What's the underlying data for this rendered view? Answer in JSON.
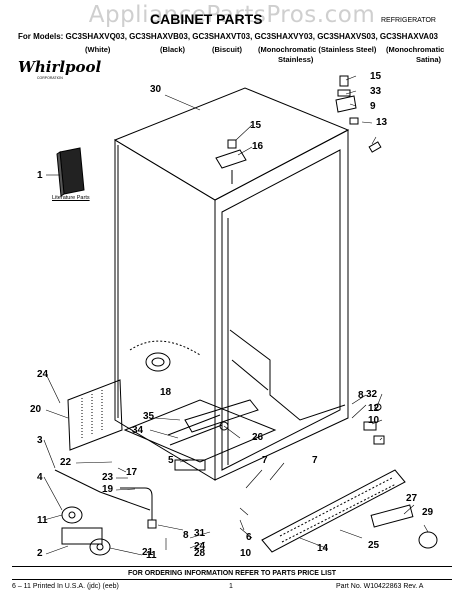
{
  "header": {
    "watermark": "AppliancePartsPros.com",
    "title": "CABINET PARTS",
    "subject": "REFRIGERATOR",
    "models_line": "For Models: GC3SHAXVQ03, GC3SHAXVB03, GC3SHAXVT03, GC3SHAXVY03, GC3SHAXVS03, GC3SHAXVA03",
    "colors": [
      "(White)",
      "(Black)",
      "(Biscuit)",
      "(Monochromatic (Stainless Steel)",
      "(Monochromatic"
    ],
    "colors_line2": [
      "Stainless)",
      "Satina)"
    ]
  },
  "logo": {
    "text": "Whirlpool",
    "sub": "CORPORATION"
  },
  "literature_label": "Literature Parts",
  "callouts": [
    "1",
    "2",
    "3",
    "4",
    "5",
    "6",
    "7",
    "7",
    "8",
    "8",
    "9",
    "10",
    "10",
    "11",
    "11",
    "12",
    "13",
    "14",
    "15",
    "15",
    "16",
    "17",
    "18",
    "19",
    "20",
    "21",
    "22",
    "23",
    "24",
    "24",
    "25",
    "26",
    "27",
    "28",
    "29",
    "30",
    "31",
    "32",
    "33",
    "34",
    "35"
  ],
  "footer": {
    "ordering": "FOR ORDERING INFORMATION REFER TO PARTS PRICE LIST",
    "printed": "6 – 11 Printed In U.S.A. (jdc) (eeb)",
    "page": "1",
    "part_no": "Part No. W10422863 Rev. A"
  }
}
